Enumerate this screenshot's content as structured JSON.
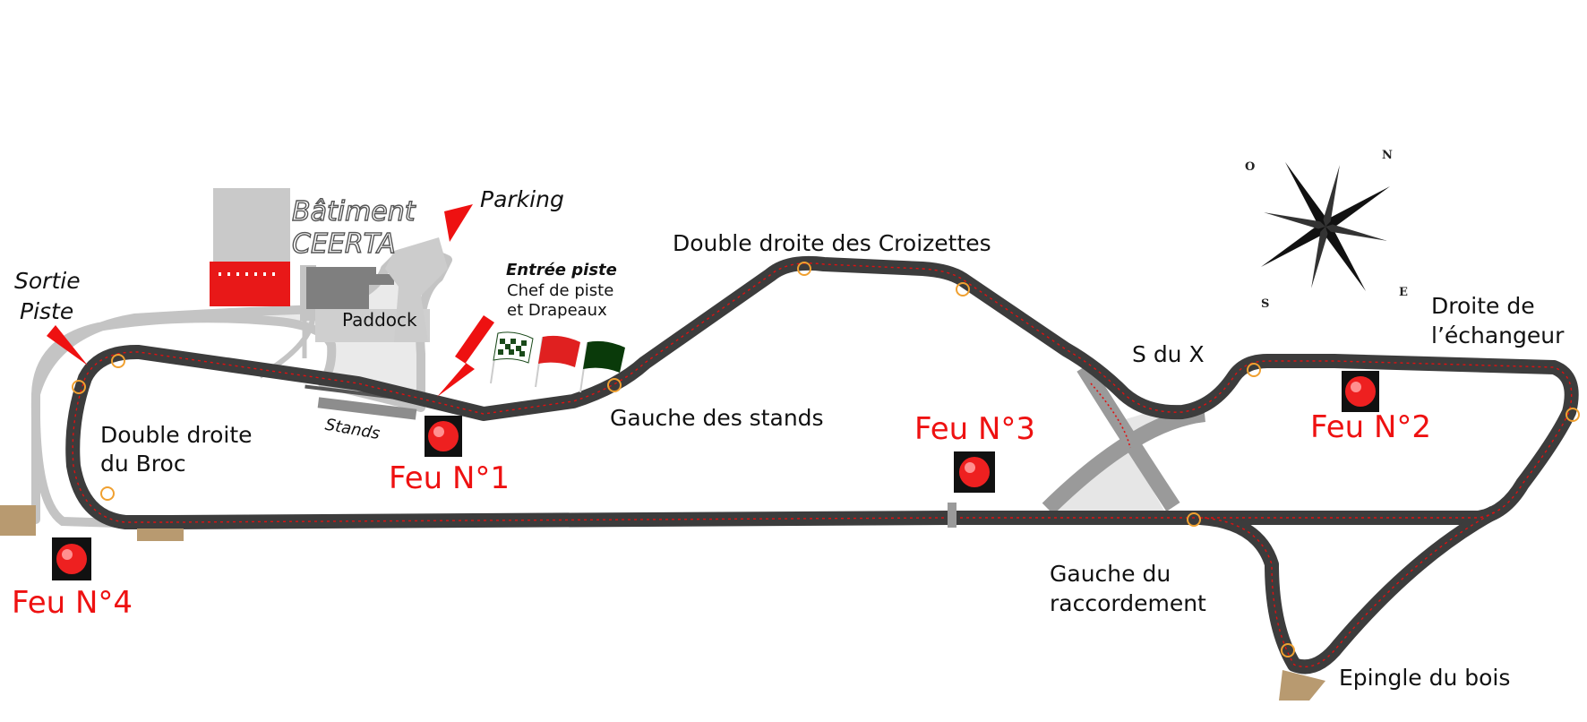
{
  "colors": {
    "track": "#3a3a3a",
    "track_edge": "#e01010",
    "paddock_area": "#ebebeb",
    "paddock_outline": "#bdbdbd",
    "signal_red": "#ee1111",
    "marker_orange": "#f0a030",
    "sand": "#b89a70"
  },
  "labels": {
    "sortie_piste": [
      "Sortie",
      "Piste"
    ],
    "batiment": [
      "Bâtiment",
      "CEERTA"
    ],
    "parking": "Parking",
    "paddock": "Paddock",
    "stands": "Stands",
    "entree_piste": "Entrée piste",
    "chef_de_piste": [
      "Chef de piste",
      "et Drapeaux"
    ],
    "double_droite_croizettes": "Double droite des Croizettes",
    "gauche_des_stands": "Gauche des stands",
    "double_droite_broc": [
      "Double droite",
      "du Broc"
    ],
    "s_du_x": "S du X",
    "droite_echangeur": [
      "Droite de",
      "l’échangeur"
    ],
    "gauche_raccordement": [
      "Gauche du",
      "raccordement"
    ],
    "epingle_du_bois": "Epingle du bois"
  },
  "feux": [
    {
      "id": "feu-1",
      "label": "Feu N°1"
    },
    {
      "id": "feu-2",
      "label": "Feu N°2"
    },
    {
      "id": "feu-3",
      "label": "Feu N°3"
    },
    {
      "id": "feu-4",
      "label": "Feu N°4"
    }
  ],
  "compass": {
    "n": "N",
    "e": "E",
    "s": "S",
    "o": "O"
  },
  "flags": [
    {
      "name": "checkered-flag",
      "color": "#1a4a1a"
    },
    {
      "name": "red-flag",
      "color": "#e02020"
    },
    {
      "name": "green-flag",
      "color": "#0a3a0a"
    }
  ]
}
